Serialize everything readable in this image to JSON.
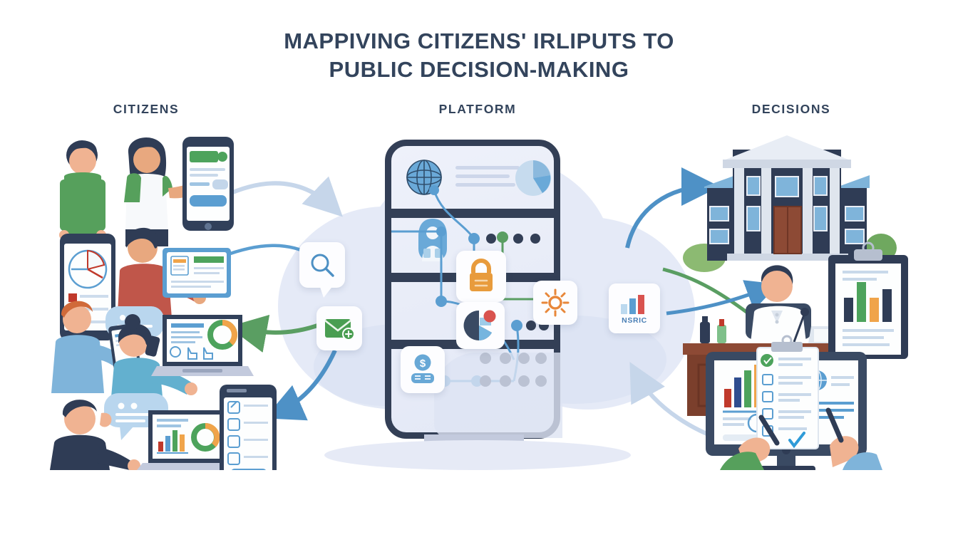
{
  "title": {
    "line1": "MAPPIVING CITIZENS' IRLIPUTS TO",
    "line2": "PUBLIC DECISION-MAKING"
  },
  "columns": {
    "citizens": "CITIZENS",
    "platform": "PLATFORM",
    "decisions": "DECISIONS"
  },
  "platform_badge": {
    "label": "NSRIC",
    "icon": "bar-chart-icon"
  },
  "icon_cards": [
    {
      "name": "search-icon",
      "glyph": "magnifier",
      "color": "#4d90c4"
    },
    {
      "name": "mail-icon",
      "glyph": "envelope",
      "color": "#4a9e52"
    },
    {
      "name": "lock-icon",
      "glyph": "padlock",
      "color": "#e89b3c"
    },
    {
      "name": "sun-icon",
      "glyph": "sun",
      "color": "#e8873a"
    },
    {
      "name": "pie-chart-icon",
      "glyph": "pie",
      "color": "#3a4a63"
    },
    {
      "name": "money-icon",
      "glyph": "coin-cash",
      "color": "#68a8d6"
    }
  ],
  "platform_screen_icons": [
    {
      "name": "globe-icon",
      "color": "#6aa9d8"
    },
    {
      "name": "pie-chart-icon",
      "color": "#b9d2e8"
    },
    {
      "name": "user-badge-icon",
      "color": "#6aa9d8"
    }
  ],
  "colors": {
    "title": "#33445c",
    "heading": "#33445c",
    "background": "#ffffff",
    "cloud": "#e5eaf7",
    "device_frame": "#333f56",
    "device_screen": "#e9edf8",
    "arrow_blue": "#4e91c6",
    "arrow_green": "#5a9e62",
    "arrow_pale": "#c6d6ea",
    "accent_orange": "#e8873a",
    "accent_red": "#d9534f",
    "accent_green": "#4a9e52",
    "node_blue": "#5b9ed1"
  },
  "scenes": {
    "citizens": {
      "description": "Group of citizens using smartphones, tablets and laptops with charts, checklists and chat bubbles",
      "people_count": 6,
      "devices": [
        "smartphone",
        "tablet",
        "laptop",
        "smartphone",
        "laptop",
        "smartphone"
      ]
    },
    "platform": {
      "description": "Large tablet device representing the digital participation platform with connected nodes and service icons"
    },
    "decisions": {
      "description": "Government building with official at podium, clipboard report and monitor with charts and checklist reviewed by two hands holding pens",
      "elements": [
        "government-building",
        "official-at-podium",
        "clipboard-report",
        "desktop-monitor",
        "checklist",
        "bar-chart"
      ]
    }
  },
  "flows": [
    {
      "name": "citizens-to-platform",
      "color": "#c6d6ea",
      "direction": "right"
    },
    {
      "name": "platform-to-citizens",
      "color": "#5a9e62",
      "direction": "left"
    },
    {
      "name": "platform-feedback-down",
      "color": "#4e91c6",
      "direction": "down-left"
    },
    {
      "name": "platform-to-decisions",
      "color": "#4e91c6",
      "direction": "up-right"
    },
    {
      "name": "decisions-to-platform",
      "color": "#c6d6ea",
      "direction": "left"
    },
    {
      "name": "platform-to-podium",
      "color": "#5a9e62",
      "direction": "right"
    }
  ]
}
